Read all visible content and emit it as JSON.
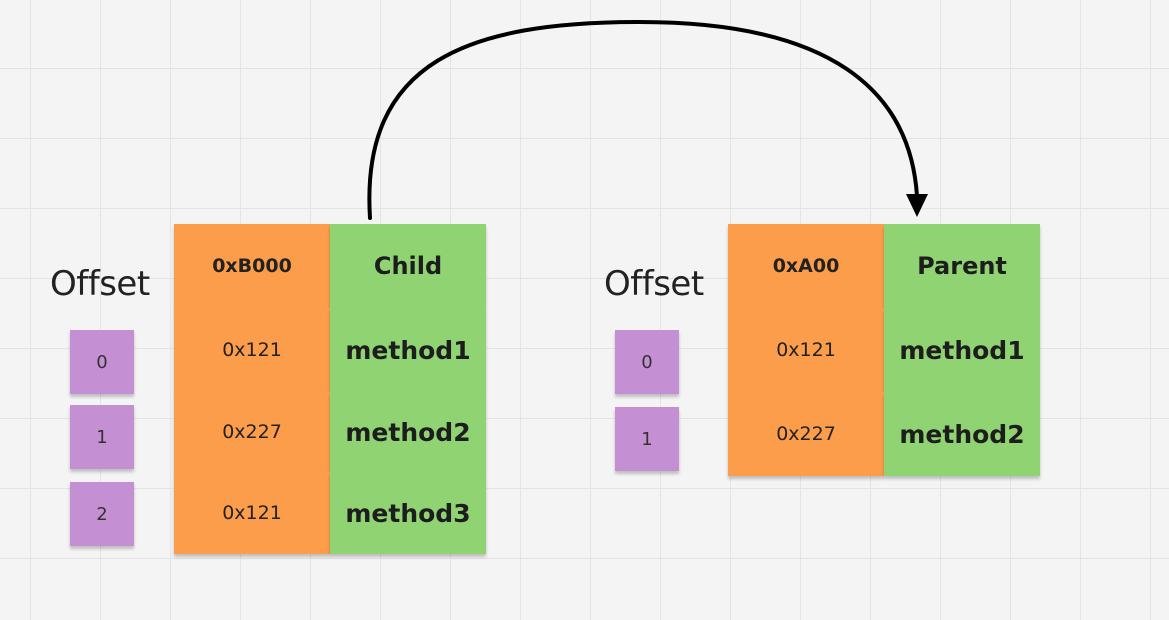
{
  "left": {
    "offset_label": "Offset",
    "offsets": [
      "0",
      "1",
      "2"
    ],
    "address_header": "0xB000",
    "class_header": "Child",
    "rows": [
      {
        "address": "0x121",
        "method": "method1"
      },
      {
        "address": "0x227",
        "method": "method2"
      },
      {
        "address": "0x121",
        "method": "method3"
      }
    ]
  },
  "right": {
    "offset_label": "Offset",
    "offsets": [
      "0",
      "1"
    ],
    "address_header": "0xA00",
    "class_header": "Parent",
    "rows": [
      {
        "address": "0x121",
        "method": "method1"
      },
      {
        "address": "0x227",
        "method": "method2"
      }
    ]
  },
  "colors": {
    "address": "#fb9d4a",
    "class": "#8fd373",
    "offset": "#c48fd3",
    "arrow": "#000000"
  }
}
